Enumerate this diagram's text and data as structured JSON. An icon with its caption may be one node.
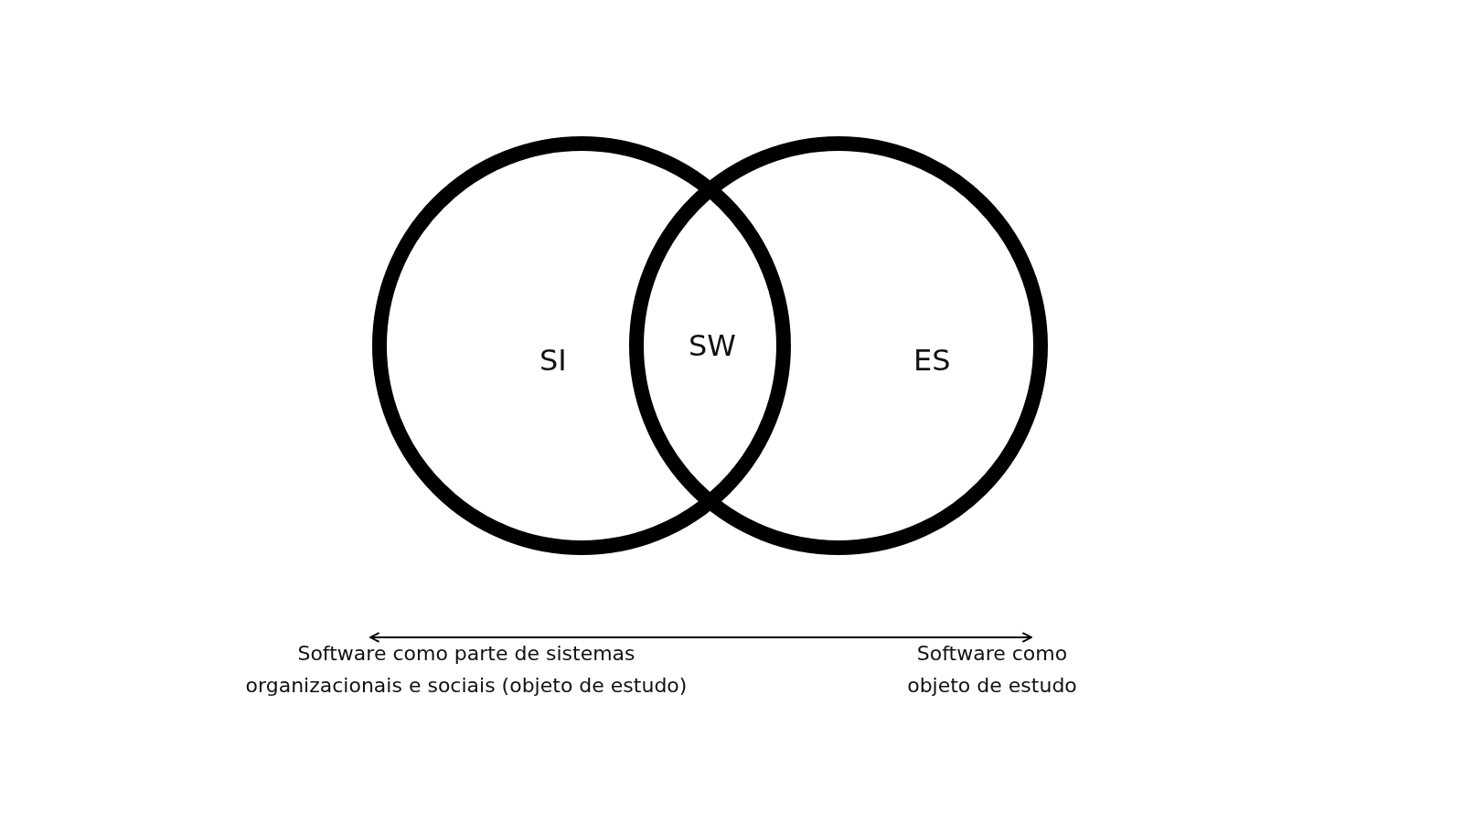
{
  "diagram": {
    "nodes": [
      {
        "text": [
          "SI"
        ]
      },
      {
        "text": [
          "ES"
        ]
      },
      {
        "text": [
          "Software como parte de sistemas organizacionais e sociais (objeto de estudo)"
        ]
      },
      {
        "text": [
          "Software como objeto de estudo"
        ]
      }
    ],
    "edges": [
      {
        "from": 2,
        "to": 3,
        "arrow": "both"
      }
    ],
    "labels": [
      "SW"
    ]
  }
}
